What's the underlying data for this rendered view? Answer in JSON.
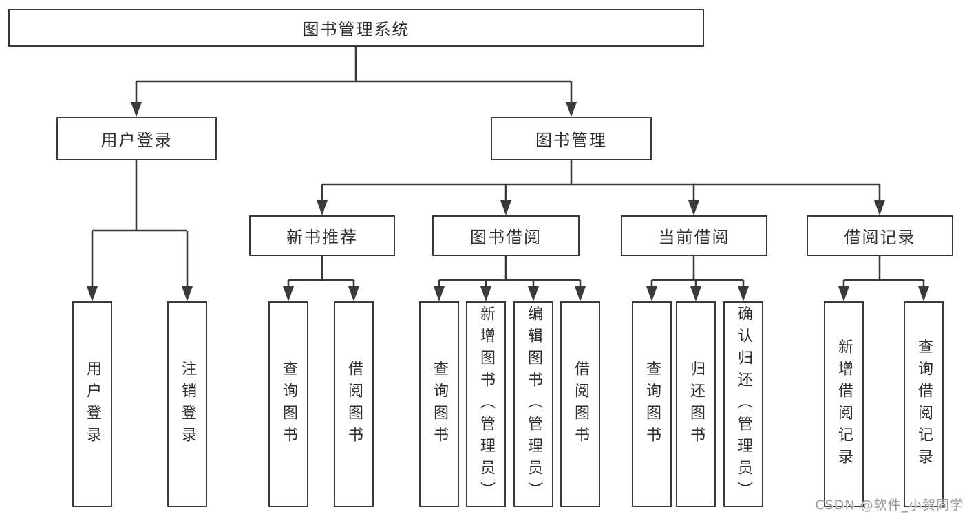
{
  "colors": {
    "line": "#3a3a3a",
    "box_border": "#3a3a3a",
    "text": "#2e2e2e",
    "background": "#ffffff",
    "watermark": "#9c9c9c"
  },
  "tree": {
    "root": {
      "label": "图书管理系统",
      "children": [
        {
          "label": "用户登录",
          "children": [
            {
              "label": "用户登录"
            },
            {
              "label": "注销登录"
            }
          ]
        },
        {
          "label": "图书管理",
          "children": [
            {
              "label": "新书推荐",
              "children": [
                {
                  "label": "查询图书"
                },
                {
                  "label": "借阅图书"
                }
              ]
            },
            {
              "label": "图书借阅",
              "children": [
                {
                  "label": "查询图书"
                },
                {
                  "label": "新增图书（管理员）"
                },
                {
                  "label": "编辑图书（管理员）"
                },
                {
                  "label": "借阅图书"
                }
              ]
            },
            {
              "label": "当前借阅",
              "children": [
                {
                  "label": "查询图书"
                },
                {
                  "label": "归还图书"
                },
                {
                  "label": "确认归还（管理员）"
                }
              ]
            },
            {
              "label": "借阅记录",
              "children": [
                {
                  "label": "新增借阅记录"
                },
                {
                  "label": "查询借阅记录"
                }
              ]
            }
          ]
        }
      ]
    }
  },
  "watermark": {
    "text": "CSDN @软件_小贺同学"
  }
}
